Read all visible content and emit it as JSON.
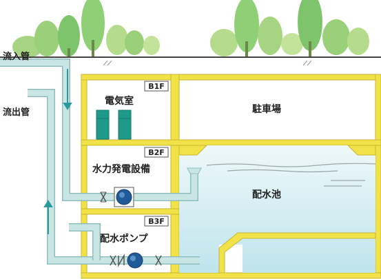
{
  "labels": {
    "inflow_pipe": "流入管",
    "outflow_pipe": "流出管",
    "electrical_room": "電気室",
    "parking": "駐車場",
    "hydro_power": "水力発電設備",
    "reservoir": "配水池",
    "pump": "配水ポンプ"
  },
  "floors": {
    "b1": "B1F",
    "b2": "B2F",
    "b3": "B3F"
  },
  "colors": {
    "wall": "#f1e24a",
    "wall_stroke": "#c9b62c",
    "pipe": "#c9e6e5",
    "pipe_stroke": "#8fbdbd",
    "water": "#dff2f5",
    "water_deep": "#bfe4ec",
    "arrow": "#2a9a9a",
    "tank": "#1f9a8a",
    "pump": "#1f5a99",
    "tree": "#8cc96b",
    "tree_dark": "#5aa84a"
  }
}
